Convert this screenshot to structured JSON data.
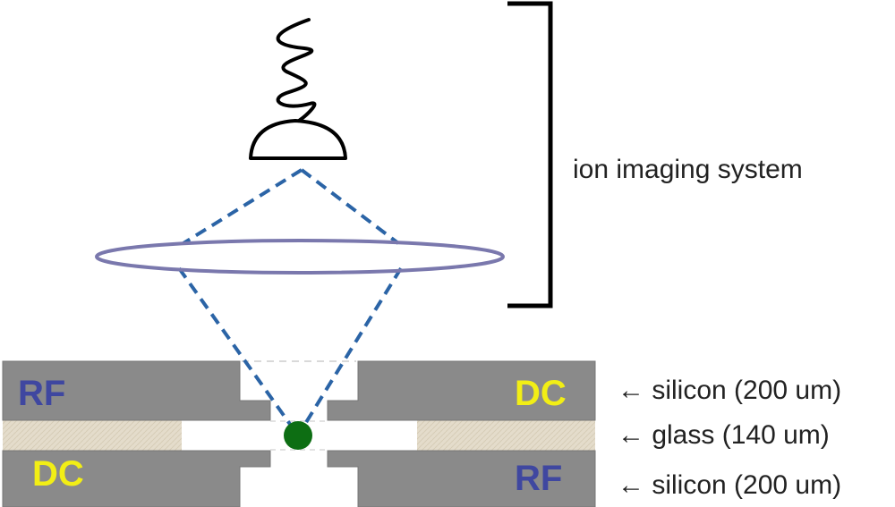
{
  "system_label": "ion imaging system",
  "layers": {
    "top": "← silicon (200 um)",
    "middle": "← glass (140 um)",
    "bottom": "← silicon (200 um)"
  },
  "electrodes": {
    "top_left": "RF",
    "top_right": "DC",
    "bottom_left": "DC",
    "bottom_right": "RF"
  },
  "colors": {
    "silicon": "#8a8a8a",
    "silicon_edge": "#7a7a7a",
    "glass": "#e4dccb",
    "rf_text": "#3f47a0",
    "dc_text": "#f2ee15",
    "beam": "#2b64a6",
    "lens": "#7a78ad",
    "ion": "#0d6e13",
    "detector": "#000000"
  }
}
